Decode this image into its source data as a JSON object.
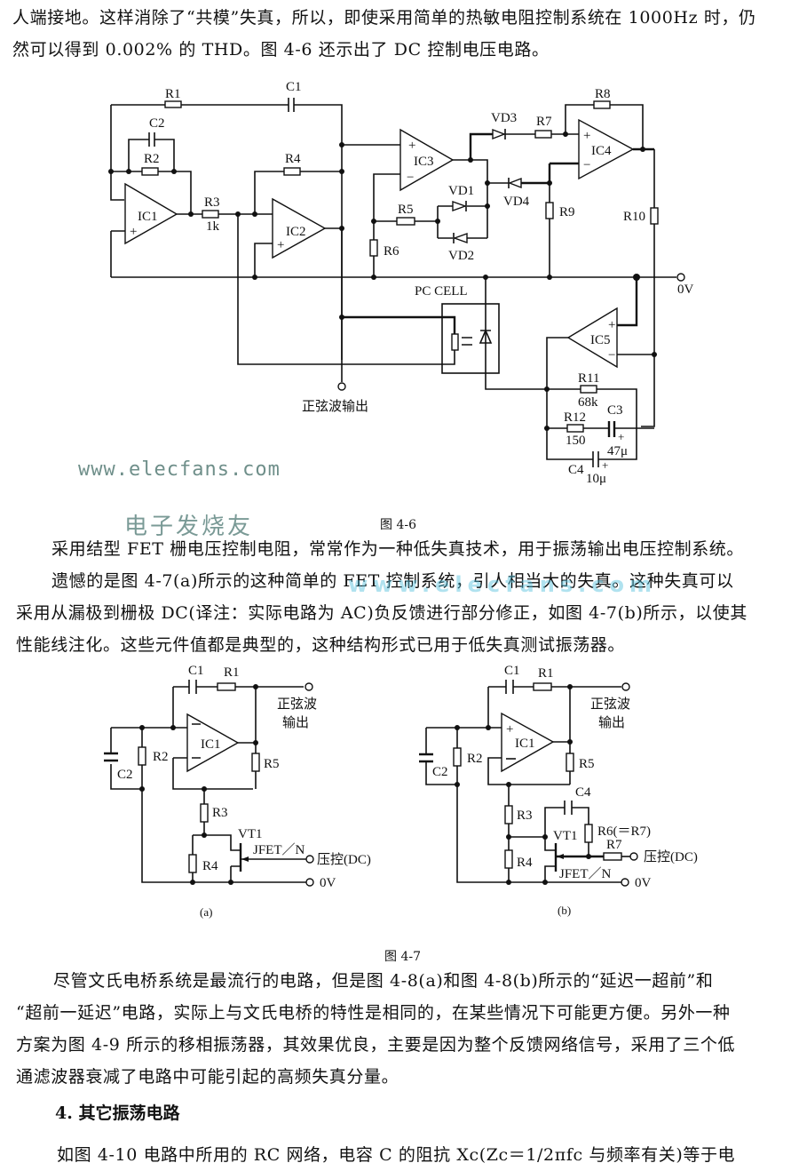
{
  "paragraph_top": {
    "lines": [
      "人端接地。这样消除了“共模”失真，所以，即使采用简单的热敏电阻控制系统在 1000Hz 时，仍",
      "然可以得到 0.002% 的 THD。图 4-6 还示出了 DC 控制电压电路。"
    ]
  },
  "figure_4_6": {
    "caption": "图 4-6",
    "components": {
      "R1": "R1",
      "C1": "C1",
      "C2": "C2",
      "R2": "R2",
      "R3": "R3",
      "R3_value": "1k",
      "R4": "R4",
      "IC1": "IC1",
      "IC2": "IC2",
      "IC3": "IC3",
      "IC4": "IC4",
      "IC5": "IC5",
      "VD1": "VD1",
      "VD2": "VD2",
      "VD3": "VD3",
      "VD4": "VD4",
      "R5": "R5",
      "R6": "R6",
      "R7": "R7",
      "R8": "R8",
      "R9": "R9",
      "R10": "R10",
      "R11": "R11",
      "R11_value": "68k",
      "R12": "R12",
      "R12_value": "150",
      "C3": "C3",
      "C3_value": "47μ",
      "C4": "C4",
      "C4_value": "10μ"
    },
    "pc_cell_label": "PC CELL",
    "zero_v_label": "0V",
    "output_label": "正弦波输出",
    "plus": "+",
    "minus": "−"
  },
  "watermark": {
    "url": "www.elecfans.com",
    "name": "电子发烧友",
    "faint": "www.elecfans.com"
  },
  "paragraph_mid": {
    "lines": [
      "采用结型 FET 栅电压控制电阻，常常作为一种低失真技术，用于振荡输出电压控制系统。",
      "遗憾的是图 4-7(a)所示的这种简单的 FET 控制系统，引人相当大的失真。这种失真可以",
      "采用从漏极到栅极 DC(译注：实际电路为 AC)负反馈进行部分修正，如图 4-7(b)所示，以使其",
      "性能线注化。这些元件值都是典型的，这种结构形式已用于低失真测试振荡器。"
    ]
  },
  "figure_4_7": {
    "caption": "图 4-7",
    "a": {
      "sublabel": "(a)",
      "C1": "C1",
      "R1": "R1",
      "IC1": "IC1",
      "R2": "R2",
      "C2": "C2",
      "R5": "R5",
      "R3": "R3",
      "R4": "R4",
      "VT1": "VT1",
      "JFET": "JFET／N",
      "output_line1": "正弦波",
      "output_line2": "输出",
      "control": "压控(DC)",
      "zero_v": "0V"
    },
    "b": {
      "sublabel": "(b)",
      "C1": "C1",
      "R1": "R1",
      "IC1": "IC1",
      "R2": "R2",
      "C2": "C2",
      "R5": "R5",
      "R3": "R3",
      "R4": "R4",
      "C4": "C4",
      "R6": "R6(＝R7)",
      "R7": "R7",
      "VT1": "VT1",
      "JFET": "JFET／N",
      "output_line1": "正弦波",
      "output_line2": "输出",
      "control": "压控(DC)",
      "zero_v": "0V"
    }
  },
  "paragraph_bottom": {
    "lines": [
      "尽管文氏电桥系统是最流行的电路，但是图 4-8(a)和图 4-8(b)所示的“延迟一超前”和",
      "“超前一延迟”电路，实际上与文氏电桥的特性是相同的，在某些情况下可能更方便。另外一种",
      "方案为图 4-9 所示的移相振荡器，其效果优良，主要是因为整个反馈网络信号，采用了三个低",
      "通滤波器衰减了电路中可能引起的高频失真分量。"
    ]
  },
  "section_heading": "4. 其它振荡电路",
  "paragraph_last": {
    "lines": [
      "如图 4-10 电路中所用的 RC 网络，电容 C 的阻抗 Xc(Zc＝1/2πfc 与频率有关)等于电"
    ]
  }
}
